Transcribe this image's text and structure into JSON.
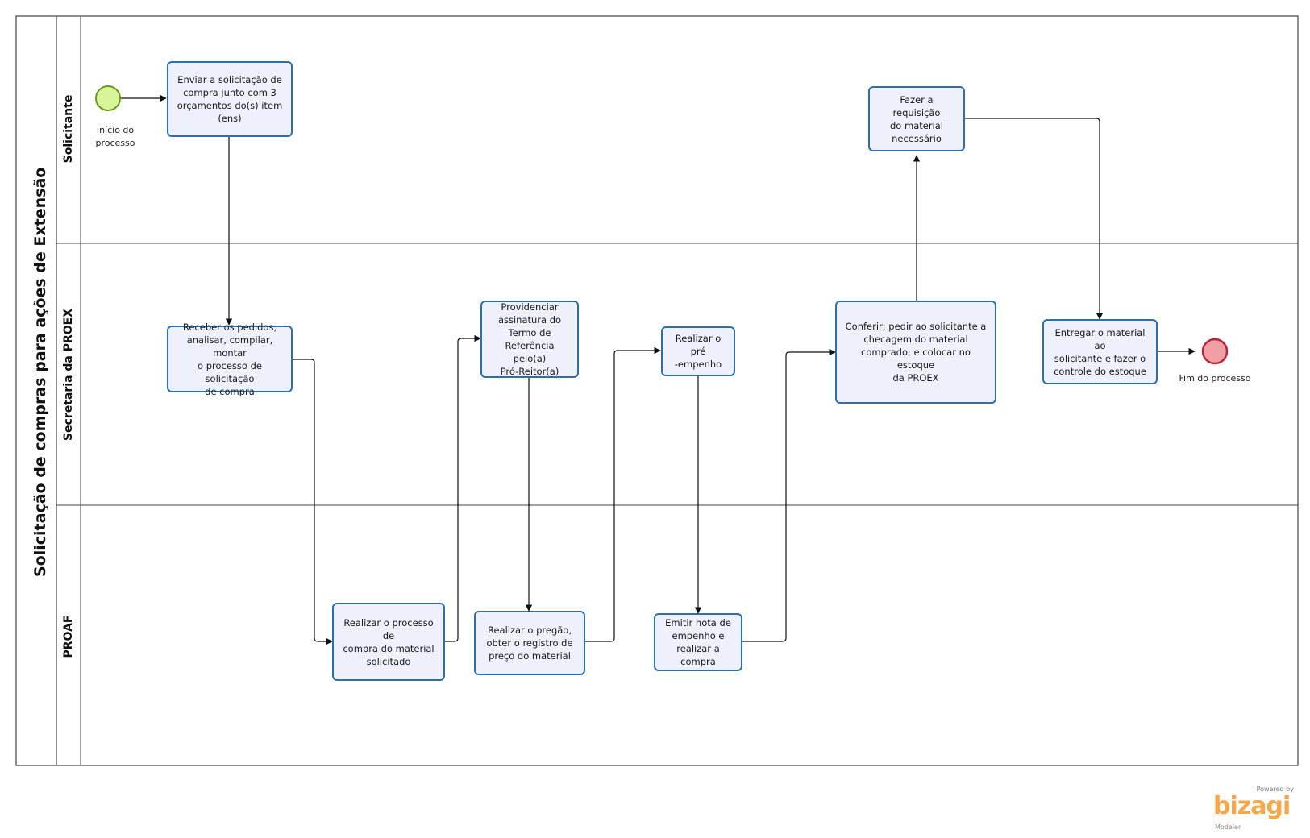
{
  "pool": {
    "title": "Solicitação de compras para ações de Extensão"
  },
  "lanes": {
    "solicitante": "Solicitante",
    "secretaria": "Secretaria da PROEX",
    "proaf": "PROAF"
  },
  "events": {
    "start": "Início do processo",
    "end": "Fim do processo"
  },
  "tasks": {
    "t1": [
      "Enviar a solicitação de",
      "compra junto com 3",
      "orçamentos do(s) item",
      "(ens)"
    ],
    "t2": [
      "Receber os pedidos,",
      "analisar, compilar, montar",
      "o processo de solicitação",
      "de compra"
    ],
    "t3": [
      "Realizar o processo de",
      "compra do material",
      "solicitado"
    ],
    "t4": [
      "Providenciar",
      "assinatura do",
      "Termo de",
      "Referência pelo(a)",
      "Pró-Reitor(a)"
    ],
    "t5": [
      "Realizar o pregão,",
      "obter o registro de",
      "preço do material"
    ],
    "t6": [
      "Realizar o pré",
      "-empenho"
    ],
    "t7": [
      "Emitir nota de",
      "empenho e",
      "realizar a compra"
    ],
    "t8": [
      "Conferir; pedir ao solicitante  a",
      "checagem  do material",
      "comprado;  e colocar no estoque",
      "da PROEX"
    ],
    "t9": [
      "Fazer a requisição",
      "do material",
      "necessário"
    ],
    "t10": [
      "Entregar o material ao",
      "solicitante e fazer o",
      "controle do estoque"
    ]
  },
  "logo": {
    "powered": "Powered by",
    "brand": "bizagi",
    "product": "Modeler"
  },
  "colors": {
    "task_fill": "#eef1fb",
    "task_border": "#2e6fa6",
    "start_fill": "#d9f59a",
    "start_border": "#6b9a1f",
    "end_fill": "#f0a0a4",
    "end_border": "#b3263a",
    "logo": "#f5a84a"
  }
}
